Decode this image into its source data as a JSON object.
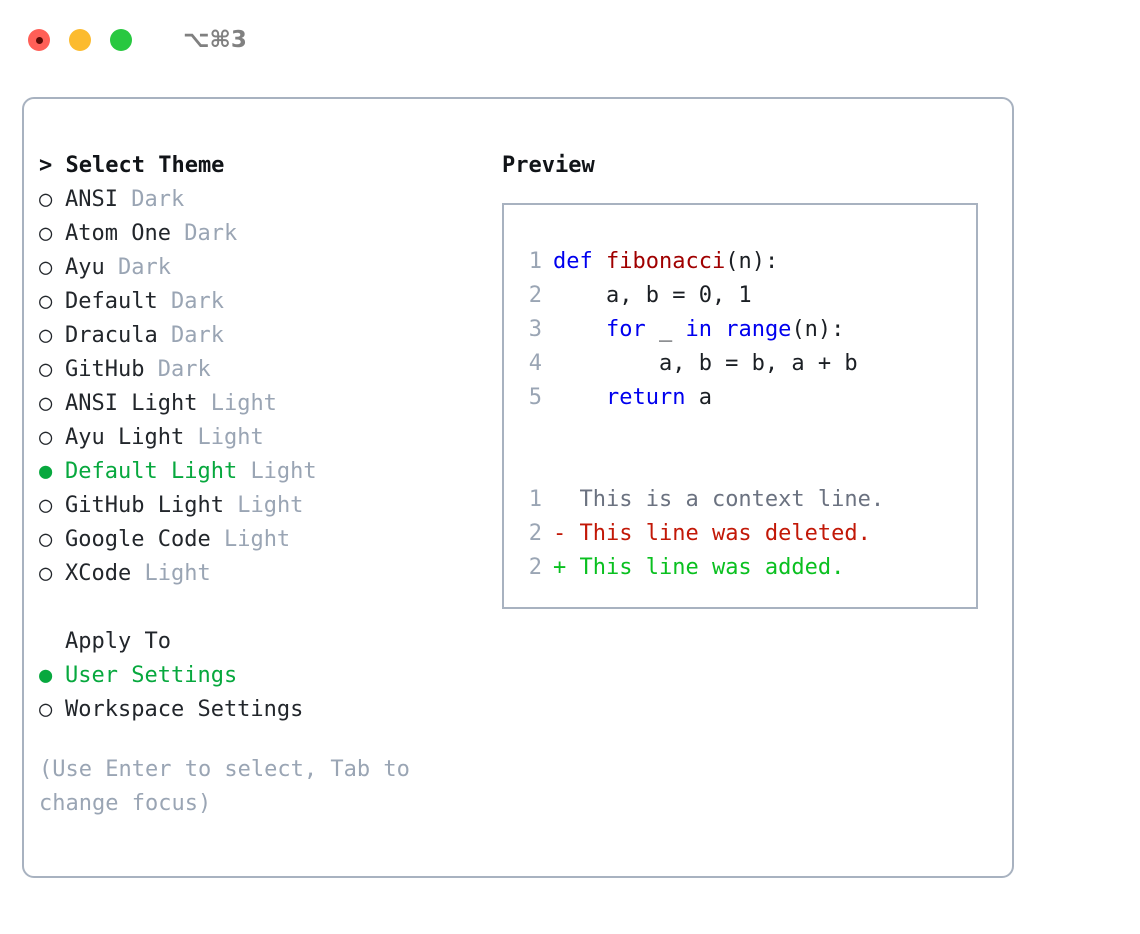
{
  "titlebar": {
    "shortcut": "⌥⌘3",
    "lights": [
      {
        "name": "close",
        "color": "#ff5f57"
      },
      {
        "name": "minimize",
        "color": "#fcbb2e"
      },
      {
        "name": "maximize",
        "color": "#28c840"
      }
    ]
  },
  "theme_picker": {
    "header": "> Select Theme",
    "markers": {
      "selected": "●",
      "unselected": "○"
    },
    "items": [
      {
        "marker": "○",
        "label": "ANSI",
        "tag": "Dark",
        "selected": false
      },
      {
        "marker": "○",
        "label": "Atom One",
        "tag": "Dark",
        "selected": false
      },
      {
        "marker": "○",
        "label": "Ayu",
        "tag": "Dark",
        "selected": false
      },
      {
        "marker": "○",
        "label": "Default",
        "tag": "Dark",
        "selected": false
      },
      {
        "marker": "○",
        "label": "Dracula",
        "tag": "Dark",
        "selected": false
      },
      {
        "marker": "○",
        "label": "GitHub",
        "tag": "Dark",
        "selected": false
      },
      {
        "marker": "○",
        "label": "ANSI Light",
        "tag": "Light",
        "selected": false
      },
      {
        "marker": "○",
        "label": "Ayu Light",
        "tag": "Light",
        "selected": false
      },
      {
        "marker": "●",
        "label": "Default Light",
        "tag": "Light",
        "selected": true
      },
      {
        "marker": "○",
        "label": "GitHub Light",
        "tag": "Light",
        "selected": false
      },
      {
        "marker": "○",
        "label": "Google Code",
        "tag": "Light",
        "selected": false
      },
      {
        "marker": "○",
        "label": "XCode",
        "tag": "Light",
        "selected": false
      }
    ]
  },
  "apply_to": {
    "header": "Apply To",
    "items": [
      {
        "marker": "●",
        "label": "User Settings",
        "selected": true
      },
      {
        "marker": "○",
        "label": "Workspace Settings",
        "selected": false
      }
    ]
  },
  "hint": "(Use Enter to select, Tab to change focus)",
  "preview": {
    "title": "Preview",
    "code_lines": [
      {
        "no": "1",
        "segments": [
          {
            "text": "def ",
            "style": "kw"
          },
          {
            "text": "fibonacci",
            "style": "fn"
          },
          {
            "text": "(n):",
            "style": "plain"
          }
        ]
      },
      {
        "no": "2",
        "segments": [
          {
            "text": "    a, b = 0, 1",
            "style": "plain"
          }
        ]
      },
      {
        "no": "3",
        "segments": [
          {
            "text": "    for ",
            "style": "kw"
          },
          {
            "text": "_ ",
            "style": "plain"
          },
          {
            "text": "in range",
            "style": "kw"
          },
          {
            "text": "(n):",
            "style": "plain"
          }
        ]
      },
      {
        "no": "4",
        "segments": [
          {
            "text": "        a, b = b, a + b",
            "style": "plain"
          }
        ]
      },
      {
        "no": "5",
        "segments": [
          {
            "text": "    return ",
            "style": "kw"
          },
          {
            "text": "a",
            "style": "plain"
          }
        ]
      }
    ],
    "diff_lines": [
      {
        "no": "1",
        "sign": " ",
        "text": " This is a context line.",
        "kind": "context"
      },
      {
        "no": "2",
        "sign": "-",
        "text": " This line was deleted.",
        "kind": "deleted"
      },
      {
        "no": "2",
        "sign": "+",
        "text": " This line was added.",
        "kind": "added"
      }
    ]
  },
  "colors": {
    "accent_green": "#07a83e",
    "muted": "#9aa5b4",
    "keyword": "#0000ee",
    "function": "#a00000",
    "diff_added": "#0ac020",
    "diff_deleted": "#c21807",
    "border": "#a8b2c0"
  }
}
